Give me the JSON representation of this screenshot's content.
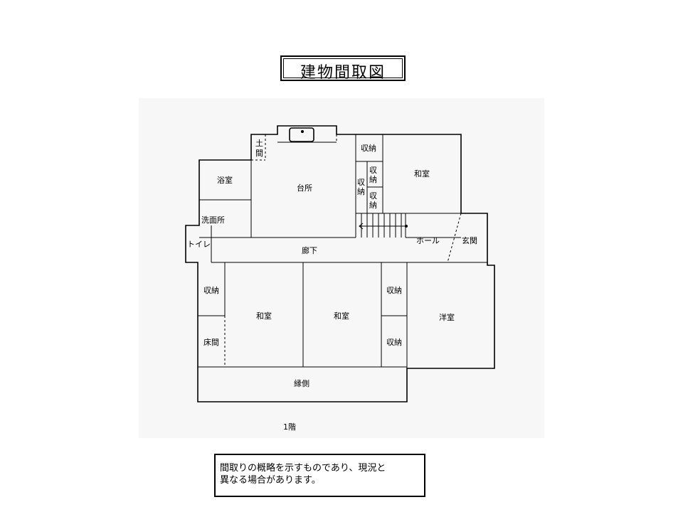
{
  "title": "建物間取図",
  "floor_label": "1階",
  "note": {
    "line1": "間取りの概略を示すものであり、現況と",
    "line2": "異なる場合があります。"
  },
  "rooms": {
    "doma": "土間",
    "bath": "浴室",
    "kitchen": "台所",
    "washroom": "洗面所",
    "toilet": "トイレ",
    "storage_top": "収納",
    "storage_mid_a": "収納",
    "storage_mid_b": "収納",
    "storage_mid_c": "収納",
    "washitsu_ne": "和室",
    "hall": "ホール",
    "entrance": "玄関",
    "corridor": "廊下",
    "storage_left": "収納",
    "tokonoma": "床間",
    "washitsu_sw": "和室",
    "washitsu_s": "和室",
    "storage_right_a": "収納",
    "storage_right_b": "収納",
    "western_room": "洋室",
    "engawa": "縁側"
  }
}
